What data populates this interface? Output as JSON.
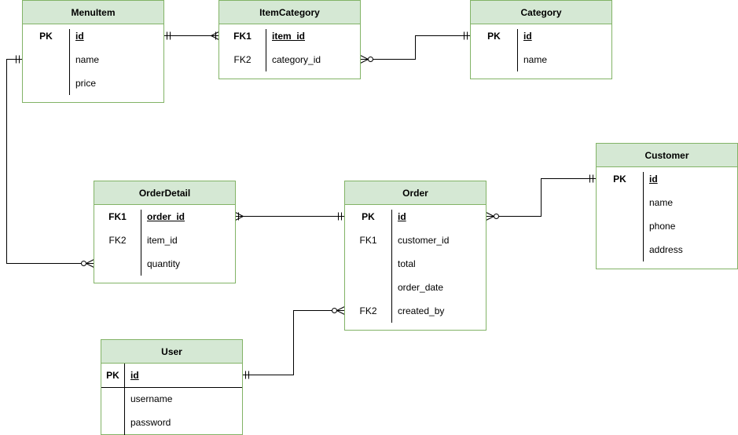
{
  "colors": {
    "header_fill": "#d5e8d4",
    "border": "#82b366",
    "line": "#000000"
  },
  "entities": {
    "menuitem": {
      "title": "MenuItem",
      "rows": [
        {
          "key": "PK",
          "field": "id"
        },
        {
          "key": "",
          "field": "name"
        },
        {
          "key": "",
          "field": "price"
        }
      ]
    },
    "itemcategory": {
      "title": "ItemCategory",
      "rows": [
        {
          "key": "FK1",
          "field": "item_id"
        },
        {
          "key": "FK2",
          "field": "category_id"
        }
      ]
    },
    "category": {
      "title": "Category",
      "rows": [
        {
          "key": "PK",
          "field": "id"
        },
        {
          "key": "",
          "field": "name"
        }
      ]
    },
    "customer": {
      "title": "Customer",
      "rows": [
        {
          "key": "PK",
          "field": "id"
        },
        {
          "key": "",
          "field": "name"
        },
        {
          "key": "",
          "field": "phone"
        },
        {
          "key": "",
          "field": "address"
        }
      ]
    },
    "orderdetail": {
      "title": "OrderDetail",
      "rows": [
        {
          "key": "FK1",
          "field": "order_id"
        },
        {
          "key": "FK2",
          "field": "item_id"
        },
        {
          "key": "",
          "field": "quantity"
        }
      ]
    },
    "order": {
      "title": "Order",
      "rows": [
        {
          "key": "PK",
          "field": "id"
        },
        {
          "key": "FK1",
          "field": "customer_id"
        },
        {
          "key": "",
          "field": "total"
        },
        {
          "key": "",
          "field": "order_date"
        },
        {
          "key": "FK2",
          "field": "created_by"
        }
      ]
    },
    "user": {
      "title": "User",
      "rows": [
        {
          "key": "PK",
          "field": "id"
        },
        {
          "key": "",
          "field": "username"
        },
        {
          "key": "",
          "field": "password"
        }
      ]
    }
  },
  "relationships": [
    {
      "from": "MenuItem.id",
      "to": "ItemCategory.item_id",
      "from_end": "one-and-only-one",
      "to_end": "one-or-many"
    },
    {
      "from": "ItemCategory.category_id",
      "to": "Category.id",
      "from_end": "zero-or-many",
      "to_end": "one-and-only-one"
    },
    {
      "from": "MenuItem.id",
      "to": "OrderDetail.item_id",
      "from_end": "one-and-only-one",
      "to_end": "zero-or-many"
    },
    {
      "from": "OrderDetail.order_id",
      "to": "Order.id",
      "from_end": "one-or-many",
      "to_end": "one-and-only-one"
    },
    {
      "from": "Order.customer_id",
      "to": "Customer.id",
      "from_end": "zero-or-many",
      "to_end": "one-and-only-one"
    },
    {
      "from": "User.id",
      "to": "Order.created_by",
      "from_end": "one-and-only-one",
      "to_end": "zero-or-many"
    }
  ]
}
